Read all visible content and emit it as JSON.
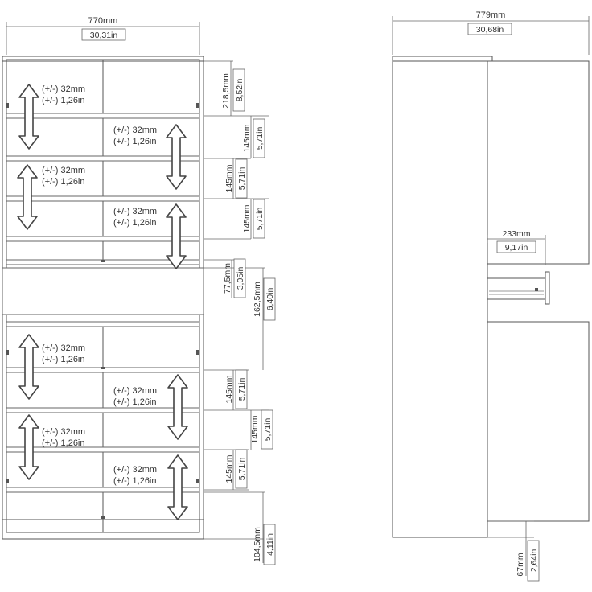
{
  "front_view": {
    "width_mm": "770mm",
    "width_in": "30,31in",
    "adjust_labels": [
      {
        "mm": "(+/-) 32mm",
        "in": "(+/-) 1,26in"
      },
      {
        "mm": "(+/-) 32mm",
        "in": "(+/-) 1,26in"
      },
      {
        "mm": "(+/-) 32mm",
        "in": "(+/-) 1,26in"
      },
      {
        "mm": "(+/-) 32mm",
        "in": "(+/-) 1,26in"
      },
      {
        "mm": "(+/-) 32mm",
        "in": "(+/-) 1,26in"
      },
      {
        "mm": "(+/-) 32mm",
        "in": "(+/-) 1,26in"
      },
      {
        "mm": "(+/-) 32mm",
        "in": "(+/-) 1,26in"
      },
      {
        "mm": "(+/-) 32mm",
        "in": "(+/-) 1,26in"
      }
    ],
    "right_dims": [
      {
        "mm": "218,5mm",
        "in": "8,52in"
      },
      {
        "mm": "145mm",
        "in": "5,71in"
      },
      {
        "mm": "145mm",
        "in": "5,71in"
      },
      {
        "mm": "145mm",
        "in": "5,71in"
      },
      {
        "mm": "77,5mm",
        "in": "3,05in"
      },
      {
        "mm": "162,5mm",
        "in": "6,40in"
      },
      {
        "mm": "145mm",
        "in": "5,71in"
      },
      {
        "mm": "145mm",
        "in": "5,71in"
      },
      {
        "mm": "145mm",
        "in": "5,71in"
      },
      {
        "mm": "104,5mm",
        "in": "4,11in"
      }
    ]
  },
  "side_view": {
    "depth_mm": "779mm",
    "depth_in": "30,68in",
    "drawer_mm": "233mm",
    "drawer_in": "9,17in",
    "foot_mm": "67mm",
    "foot_in": "2,64in"
  }
}
